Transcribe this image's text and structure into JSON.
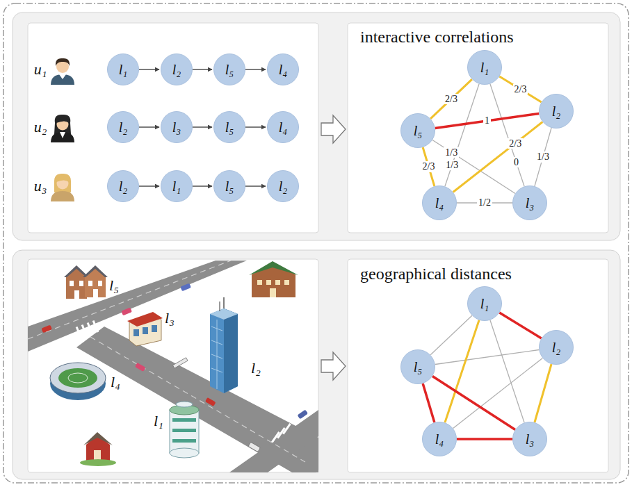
{
  "diagram": {
    "nodes": [
      {
        "text": [
          "l₁"
        ]
      },
      {
        "text": [
          "l₂"
        ]
      },
      {
        "text": [
          "l₅"
        ]
      },
      {
        "text": [
          "l₄"
        ]
      },
      {
        "text": [
          "l₂"
        ]
      },
      {
        "text": [
          "l₃"
        ]
      },
      {
        "text": [
          "l₅"
        ]
      },
      {
        "text": [
          "l₄"
        ]
      },
      {
        "text": [
          "l₂"
        ]
      },
      {
        "text": [
          "l₁"
        ]
      },
      {
        "text": [
          "l₅"
        ]
      },
      {
        "text": [
          "l₂"
        ]
      },
      {
        "text": [
          "l₁"
        ]
      },
      {
        "text": [
          "l₅"
        ]
      },
      {
        "text": [
          "l₂"
        ]
      },
      {
        "text": [
          "l₄"
        ]
      },
      {
        "text": [
          "l₃"
        ]
      },
      {
        "text": [
          "l₁"
        ]
      },
      {
        "text": [
          "l₅"
        ]
      },
      {
        "text": [
          "l₂"
        ]
      },
      {
        "text": [
          "l₄"
        ]
      },
      {
        "text": [
          "l₃"
        ]
      }
    ],
    "edges": [
      {
        "from": 0,
        "to": 1,
        "arrow": "to"
      },
      {
        "from": 1,
        "to": 2,
        "arrow": "to"
      },
      {
        "from": 2,
        "to": 3,
        "arrow": "to"
      },
      {
        "from": 4,
        "to": 5,
        "arrow": "to"
      },
      {
        "from": 5,
        "to": 6,
        "arrow": "to"
      },
      {
        "from": 6,
        "to": 7,
        "arrow": "to"
      },
      {
        "from": 8,
        "to": 9,
        "arrow": "to"
      },
      {
        "from": 9,
        "to": 10,
        "arrow": "to"
      },
      {
        "from": 10,
        "to": 11,
        "arrow": "to"
      },
      {
        "from": 12,
        "to": 13,
        "arrow": "none",
        "label": "2/3"
      },
      {
        "from": 12,
        "to": 14,
        "arrow": "none",
        "label": "2/3"
      },
      {
        "from": 13,
        "to": 14,
        "arrow": "none",
        "label": "1"
      },
      {
        "from": 13,
        "to": 15,
        "arrow": "none",
        "label": "2/3"
      },
      {
        "from": 14,
        "to": 15,
        "arrow": "none",
        "label": "2/3"
      },
      {
        "from": 14,
        "to": 16,
        "arrow": "none",
        "label": "1/3"
      },
      {
        "from": 15,
        "to": 16,
        "arrow": "none",
        "label": "1/2"
      },
      {
        "from": 12,
        "to": 15,
        "arrow": "none",
        "label": "1/3"
      },
      {
        "from": 13,
        "to": 16,
        "arrow": "none",
        "label": "1/3"
      },
      {
        "from": 12,
        "to": 16,
        "arrow": "none",
        "label": "0"
      },
      {
        "from": 17,
        "to": 18,
        "arrow": "none"
      },
      {
        "from": 17,
        "to": 19,
        "arrow": "none"
      },
      {
        "from": 18,
        "to": 19,
        "arrow": "none"
      },
      {
        "from": 18,
        "to": 20,
        "arrow": "none"
      },
      {
        "from": 19,
        "to": 20,
        "arrow": "none"
      },
      {
        "from": 19,
        "to": 21,
        "arrow": "none"
      },
      {
        "from": 20,
        "to": 21,
        "arrow": "none"
      },
      {
        "from": 17,
        "to": 20,
        "arrow": "none"
      },
      {
        "from": 18,
        "to": 21,
        "arrow": "none"
      },
      {
        "from": 17,
        "to": 21,
        "arrow": "none"
      }
    ],
    "labels": [
      "u₁",
      "u₂",
      "u₃",
      "interactive correlations",
      "geographical distances",
      "l₅",
      "l₃",
      "l₂",
      "l₄",
      "l₁"
    ]
  }
}
